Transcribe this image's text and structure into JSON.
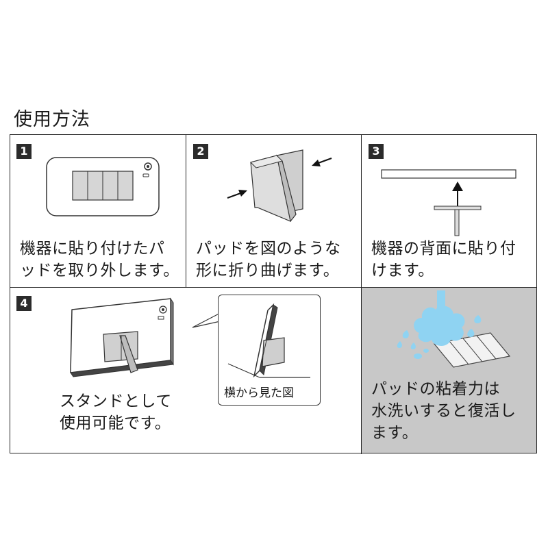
{
  "page": {
    "title": "使用方法"
  },
  "steps": [
    {
      "number": "1",
      "text": "機器に貼り付けたパ\nッドを取り外します。"
    },
    {
      "number": "2",
      "text": "パッドを図のような\n形に折り曲げます。"
    },
    {
      "number": "3",
      "text": "機器の背面に貼り付\nけます。"
    },
    {
      "number": "4",
      "text": "スタンドとして\n使用可能です。",
      "inset_label": "横から見た図"
    }
  ],
  "note": {
    "text": "パッドの粘着力は\n水洗いすると復活し\nます。",
    "background": "#c8c8c8",
    "water_color": "#8fd3f2"
  },
  "icons": [
    "phone-with-pad-icon",
    "folding-pad-icon",
    "pad-attach-icon",
    "phone-stand-icon",
    "side-view-icon",
    "water-wash-icon"
  ]
}
